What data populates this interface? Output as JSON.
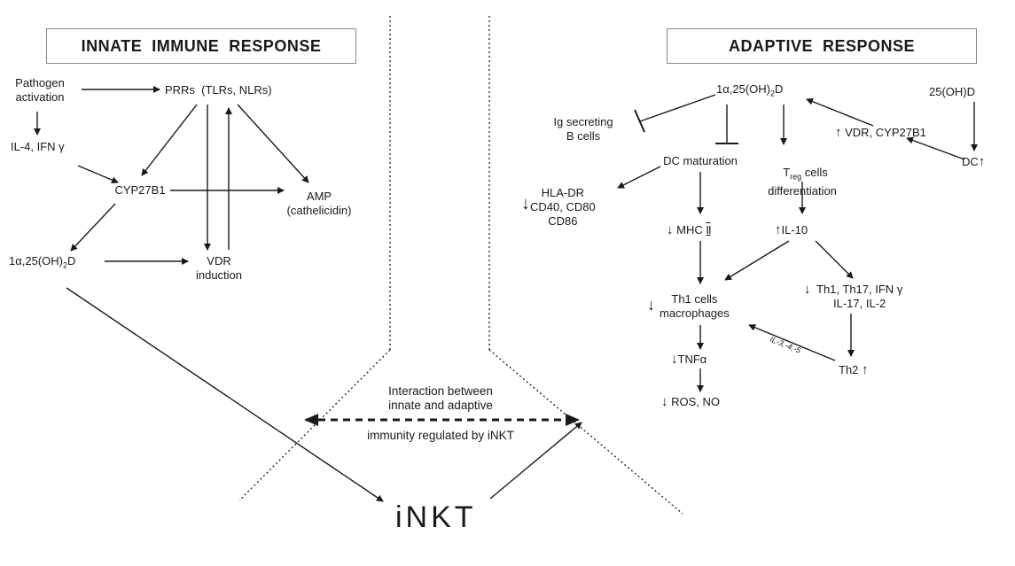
{
  "titles": {
    "innate": "INNATE  IMMUNE  RESPONSE",
    "adaptive": "ADAPTIVE  RESPONSE"
  },
  "innate": {
    "pathogen": "Pathogen\nactivation",
    "prrs": "PRRs  (TLRs, NLRs)",
    "il4": "IL-4, IFN γ",
    "cyp": "CYP27B1",
    "amp": "AMP\n(cathelicidin)",
    "vit_prefix": "1α,25(OH)",
    "vit_sub": "2",
    "vit_suffix": "D",
    "vdr": "VDR\ninduction"
  },
  "adaptive": {
    "vit_prefix": "1α,25(OH)",
    "vit_sub": "2",
    "vit_suffix": "D",
    "d25": "25(OH)D",
    "ig": "Ig secreting\nB cells",
    "vdr_cyp": "VDR, CYP27B1",
    "dc_mat": "DC maturation",
    "treg_t": "T",
    "treg_sub": "reg",
    "treg_rest": " cells\ndifferentiation",
    "dc": "DC",
    "hla": "HLA-DR\nCD40, CD80\nCD86",
    "mhc": "MHC",
    "mhc_num": "II",
    "il10": "IL-10",
    "th1": "Th1 cells\nmacrophages",
    "th_list": "Th1, Th17, IFN γ\nIL-17, IL-2",
    "il345": "IL-3,-4,-5",
    "tnf": "TNFα",
    "th2": "Th2",
    "ros": "ROS, NO"
  },
  "center": {
    "interaction": "Interaction between\ninnate and adaptive",
    "regulated": "immunity regulated by iNKT",
    "inkt": "iNKT"
  },
  "glyphs": {
    "up": "↑",
    "down": "↓"
  }
}
